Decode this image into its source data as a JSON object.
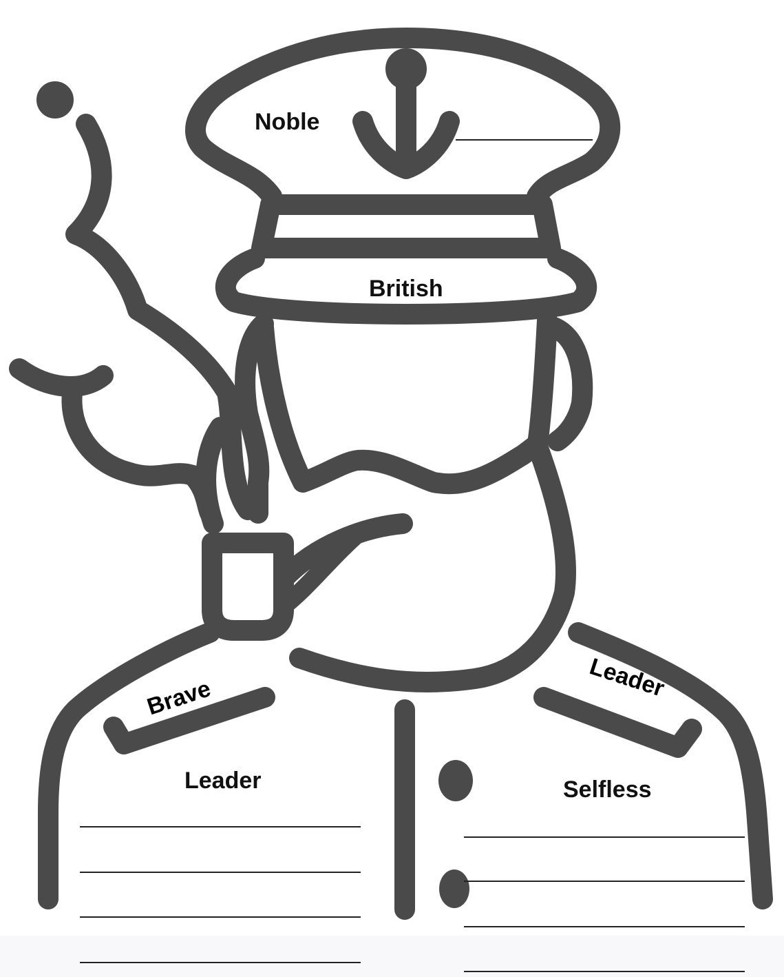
{
  "colors": {
    "outline": "#4a4a4a",
    "text": "#111111",
    "line": "#222222",
    "background": "#ffffff"
  },
  "labels": {
    "hat_top": "Noble",
    "hat_band": "British",
    "shoulder_left": "Brave",
    "shoulder_right": "Leader",
    "chest_left": "Leader",
    "chest_right": "Selfless"
  },
  "icons": [
    "anchor-icon",
    "pipe-icon",
    "smoke-icon",
    "button-icon"
  ],
  "writing_lines": {
    "left_count": 4,
    "right_count": 4,
    "hat_count": 1
  }
}
